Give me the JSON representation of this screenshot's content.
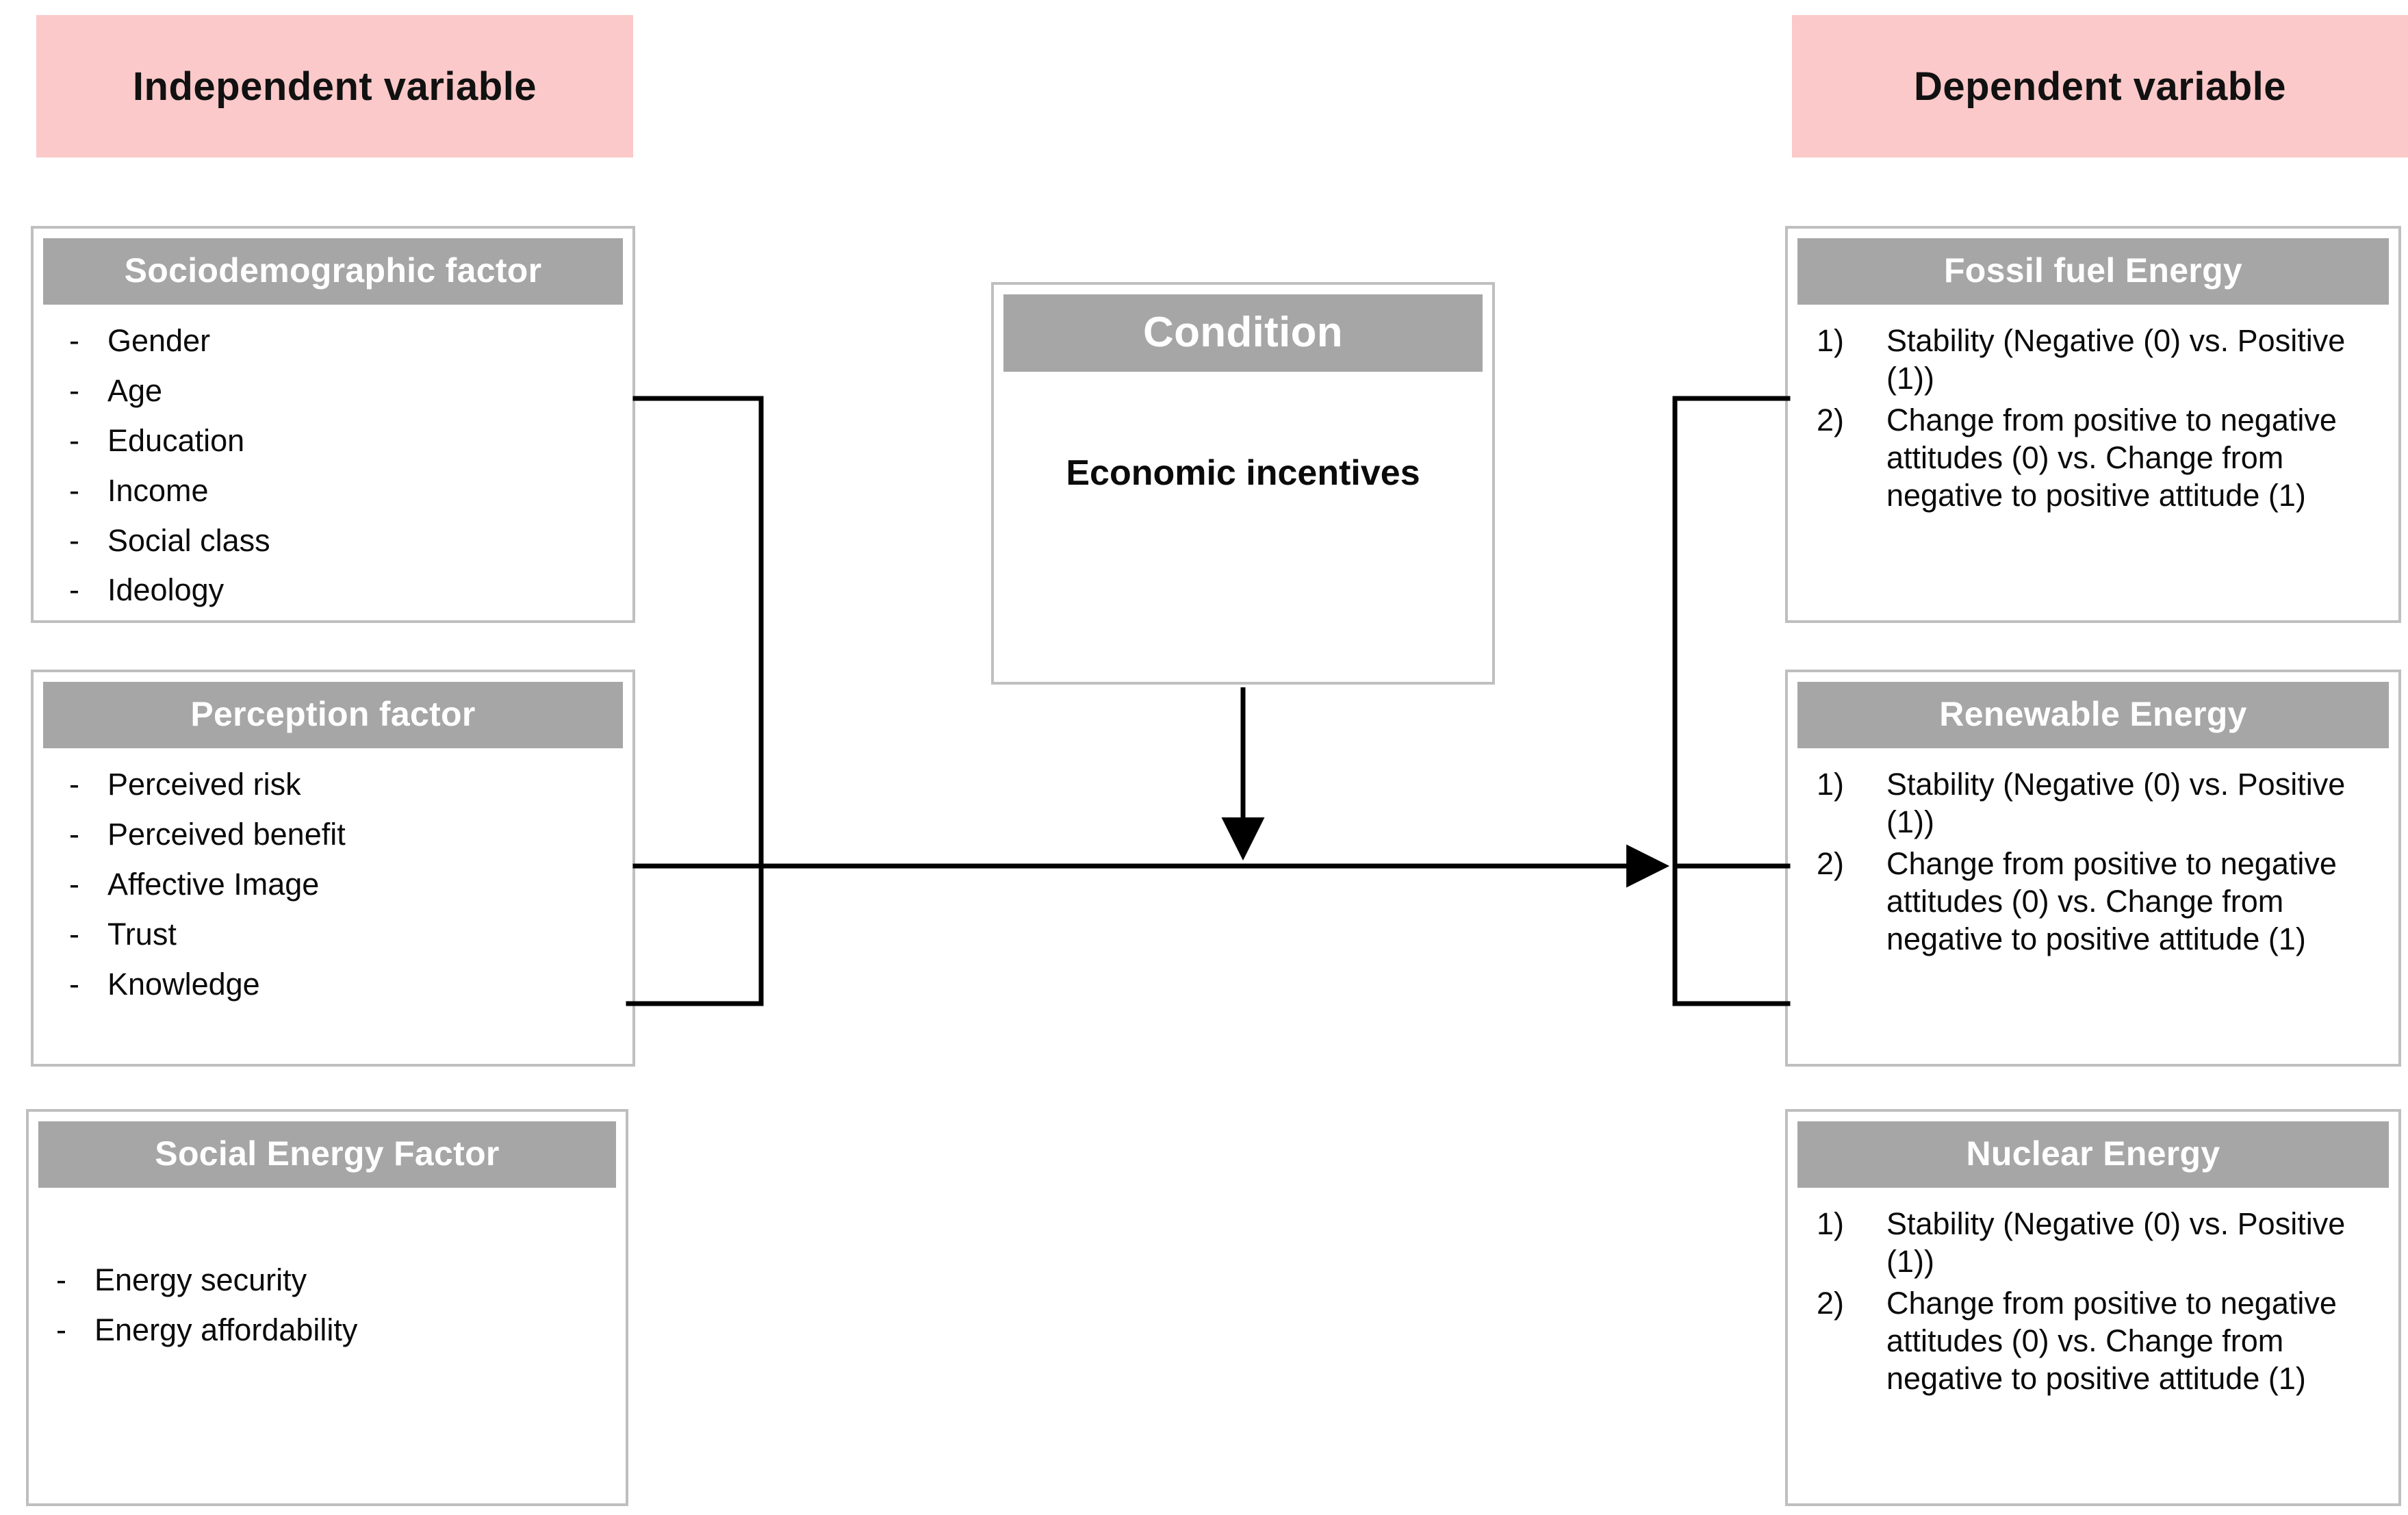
{
  "headers": {
    "independent": "Independent variable",
    "dependent": "Dependent variable"
  },
  "colors": {
    "banner_pink": "#FBC9C9",
    "card_header_gray": "#A6A6A6",
    "card_border": "#BFBFBF",
    "connector_line": "#000000",
    "text": "#0B0B0B"
  },
  "independent_variables": [
    {
      "title": "Sociodemographic  factor",
      "marker": "-",
      "items": [
        "Gender",
        "Age",
        "Education",
        "Income",
        "Social class",
        "Ideology"
      ]
    },
    {
      "title": "Perception factor",
      "marker": "-",
      "items": [
        "Perceived risk",
        "Perceived benefit",
        "Affective Image",
        "Trust",
        "Knowledge"
      ]
    },
    {
      "title": "Social  Energy  Factor",
      "marker": "-",
      "items": [
        "Energy security",
        "Energy affordability"
      ]
    }
  ],
  "condition": {
    "title": "Condition",
    "value": "Economic  incentives"
  },
  "dependent_variables": [
    {
      "title": "Fossil fuel Energy",
      "items": [
        {
          "marker": "1)",
          "text": "Stability (Negative (0) vs. Positive (1))"
        },
        {
          "marker": "2)",
          "text": "Change from positive to negative attitudes (0) vs. Change from negative to positive attitude (1)"
        }
      ]
    },
    {
      "title": "Renewable Energy",
      "items": [
        {
          "marker": "1)",
          "text": "Stability (Negative (0) vs. Positive (1))"
        },
        {
          "marker": "2)",
          "text": "Change from positive to negative attitudes (0) vs. Change from negative to positive attitude (1)"
        }
      ]
    },
    {
      "title": "Nuclear Energy",
      "items": [
        {
          "marker": "1)",
          "text": "Stability (Negative (0) vs. Positive (1))"
        },
        {
          "marker": "2)",
          "text": "Change from positive to negative attitudes (0) vs. Change from negative to positive attitude (1)"
        }
      ]
    }
  ]
}
